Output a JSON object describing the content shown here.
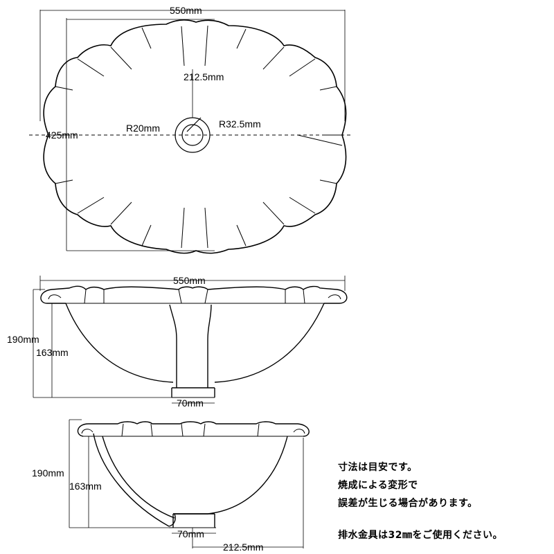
{
  "top_view": {
    "width": "550mm",
    "depth": "425mm",
    "center_offset": "212.5mm",
    "radius_inner": "R20mm",
    "radius_outer": "R32.5mm"
  },
  "front_view": {
    "width": "550mm",
    "total_height": "190mm",
    "bowl_height": "163mm",
    "drain_width": "70mm"
  },
  "side_view": {
    "total_height": "190mm",
    "bowl_height": "163mm",
    "drain_width": "70mm",
    "drain_offset": "212.5mm"
  },
  "notes": {
    "line1": "寸法は目安です。",
    "line2": "焼成による変形で",
    "line3": "誤差が生じる場合があります。",
    "line4": "排水金具は32㎜をご使用ください。"
  }
}
